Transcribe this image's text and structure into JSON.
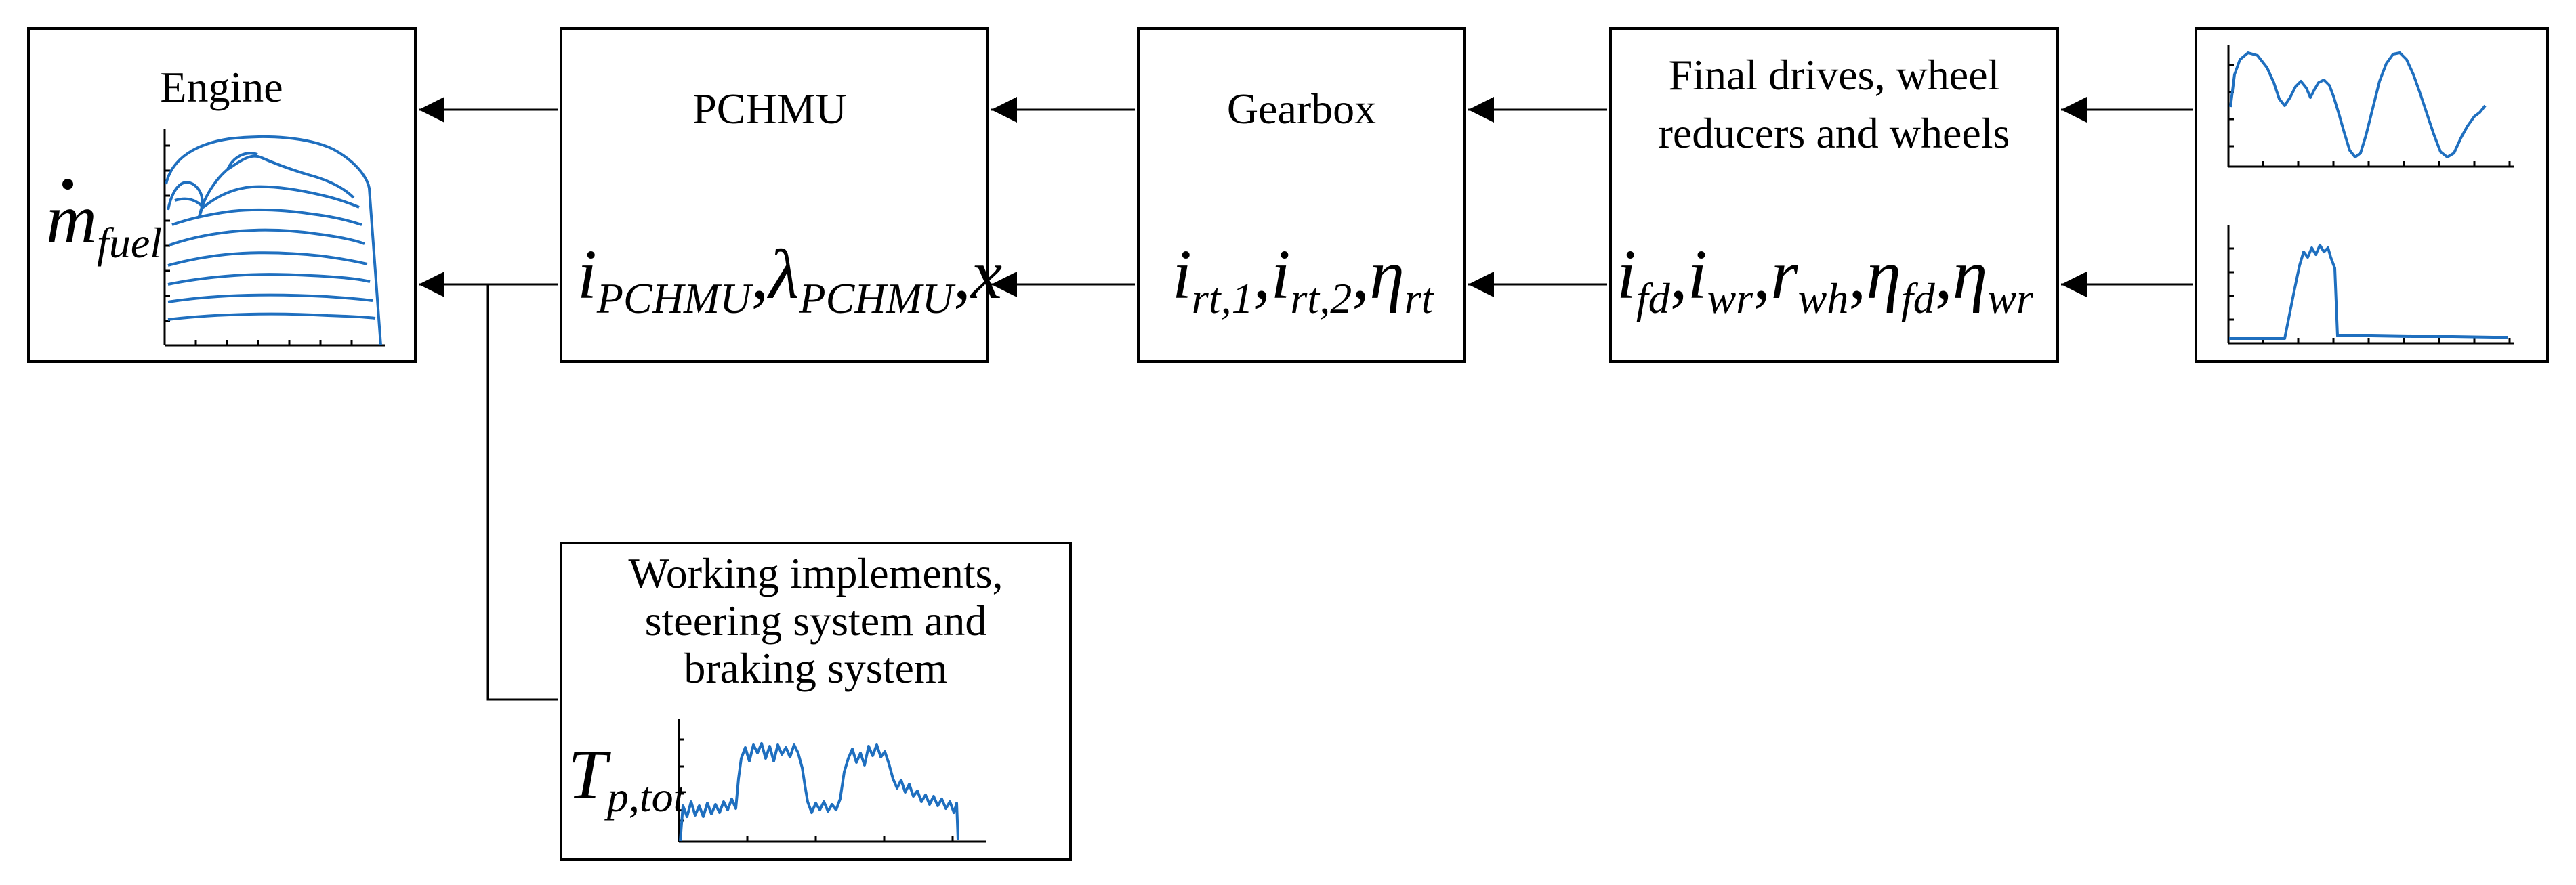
{
  "blocks": {
    "engine": {
      "title": "Engine",
      "symbol": {
        "base": "m",
        "sub": "fuel"
      }
    },
    "pchmu": {
      "title": "PCHMU",
      "formula": {
        "i": "i",
        "i_sub": "PCHMU",
        "lambda": "λ",
        "lambda_sub": "PCHMU",
        "x": "x",
        "sep": ","
      }
    },
    "gearbox": {
      "title": "Gearbox",
      "formula": {
        "i": "i",
        "sub1": "rt,1",
        "sub2": "rt,2",
        "eta": "η",
        "eta_sub": "rt",
        "sep": ","
      }
    },
    "final_drives": {
      "title_lines": [
        "Final drives, wheel",
        "reducers and wheels"
      ],
      "formula": {
        "i": "i",
        "sub_fd": "fd",
        "sub_wr": "wr",
        "r": "r",
        "sub_wh": "wh",
        "eta": "η",
        "sep": ","
      }
    },
    "implements": {
      "title_lines": [
        "Working implements,",
        "steering system and",
        "braking system"
      ],
      "symbol": {
        "base": "T",
        "sub": "p,tot"
      }
    }
  },
  "colors": {
    "curve": "#1f6fbf",
    "stroke": "#000000",
    "background": "#ffffff"
  }
}
